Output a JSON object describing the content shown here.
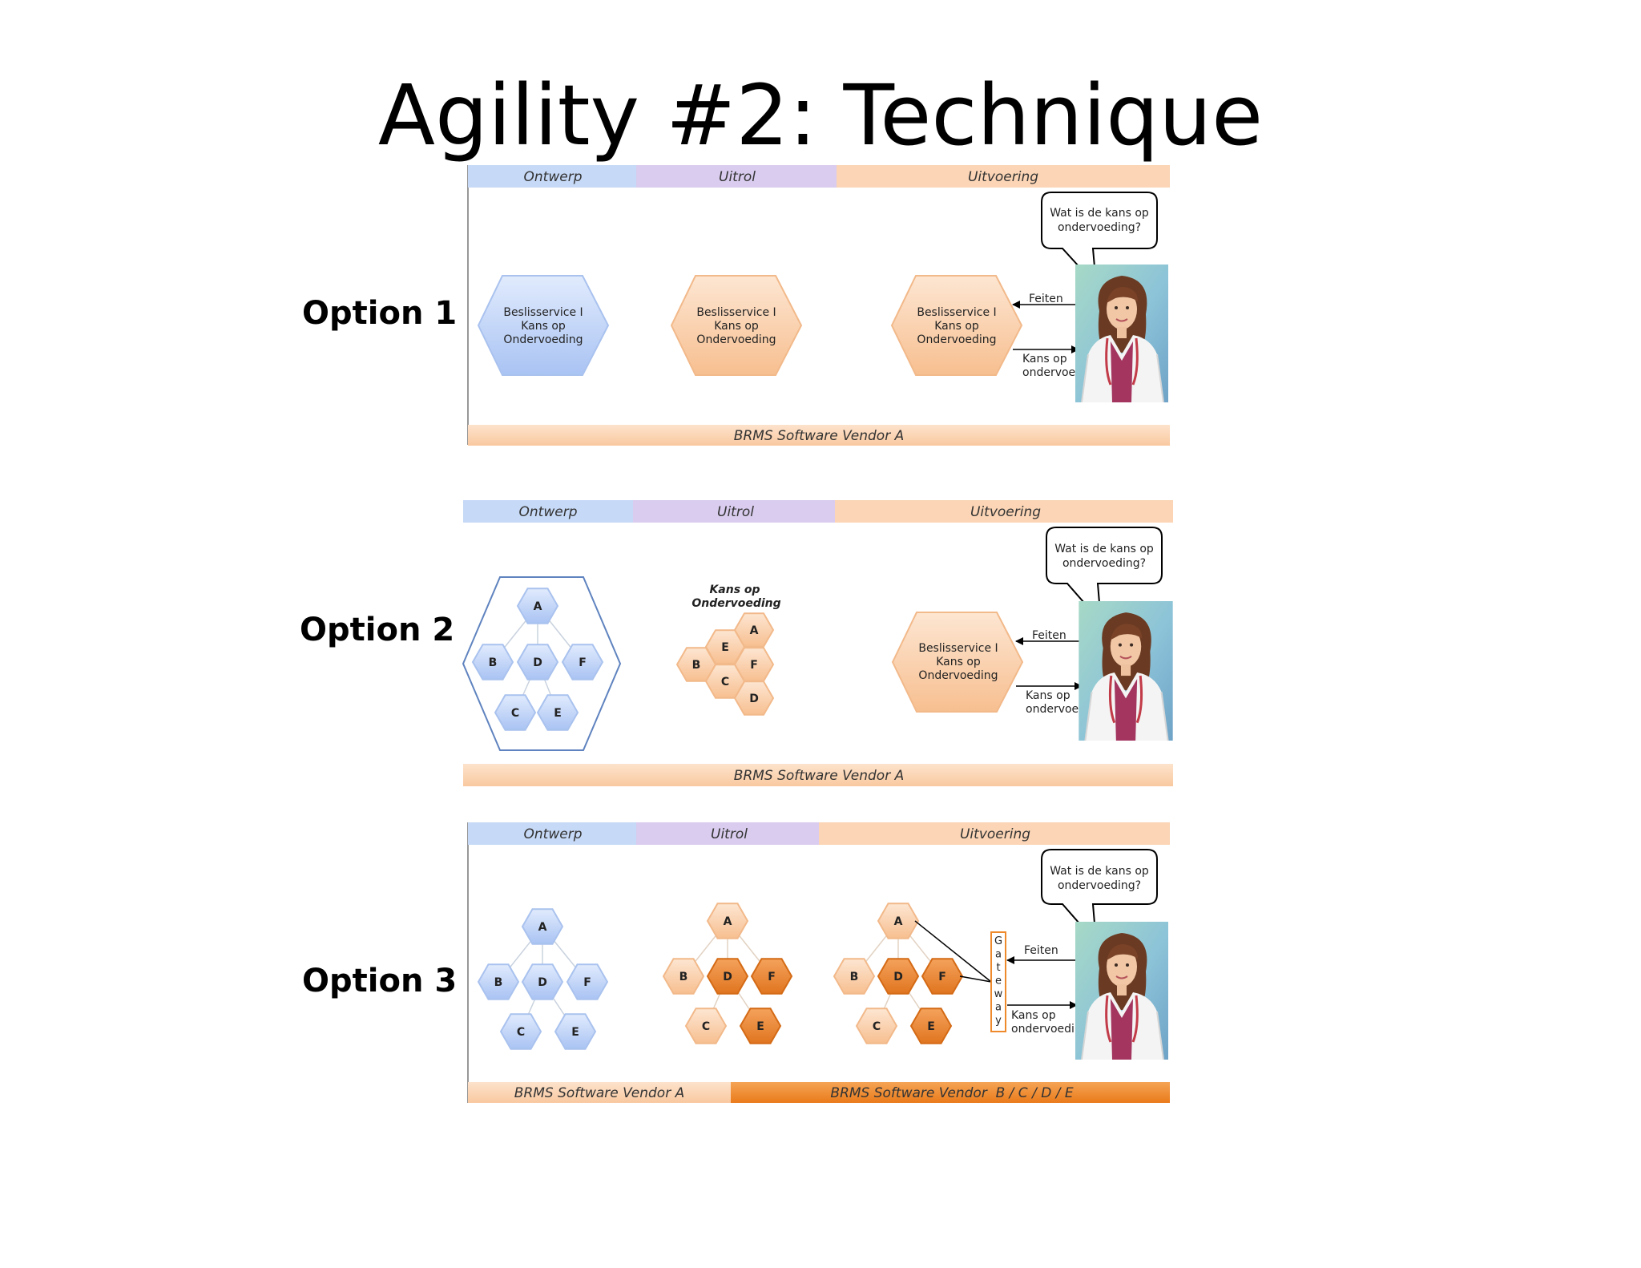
{
  "slide": {
    "title": "Agility #2: Technique"
  },
  "colors": {
    "blue_band": "#c6d9f6",
    "purple_band": "#d9ccee",
    "orange_band": "#fbd5b5",
    "orange_dark_band": "#f08b2c",
    "hex_blue_fill": "#c6d8fb",
    "hex_blue_stroke": "#8fb0ea",
    "hex_orange_fill": "#fbd4b1",
    "hex_orange_stroke": "#f3b98a",
    "hex_dark_fill": "#ee8a3a",
    "frame_blue": "#5f83bf"
  },
  "options": [
    {
      "label": "Option 1",
      "phases": [
        "Ontwerp",
        "Uitrol",
        "Uitvoering"
      ],
      "service_lines": [
        "Beslisservice I",
        "Kans op",
        "Ondervoeding"
      ],
      "speech": [
        "Wat is de kans op",
        "ondervoeding?"
      ],
      "arrow_in": "Feiten",
      "arrow_out": [
        "Kans op",
        "ondervoeding"
      ],
      "vendor_bar": "BRMS Software Vendor A"
    },
    {
      "label": "Option 2",
      "phases": [
        "Ontwerp",
        "Uitrol",
        "Uitvoering"
      ],
      "cluster_title": [
        "Kans op",
        "Ondervoeding"
      ],
      "nodes": [
        "A",
        "B",
        "C",
        "D",
        "E",
        "F"
      ],
      "service_lines": [
        "Beslisservice I",
        "Kans op",
        "Ondervoeding"
      ],
      "speech": [
        "Wat is de kans op",
        "ondervoeding?"
      ],
      "arrow_in": "Feiten",
      "arrow_out": [
        "Kans op",
        "ondervoeding"
      ],
      "vendor_bar": "BRMS Software Vendor A"
    },
    {
      "label": "Option 3",
      "phases": [
        "Ontwerp",
        "Uitrol",
        "Uitvoering"
      ],
      "nodes": [
        "A",
        "B",
        "C",
        "D",
        "E",
        "F"
      ],
      "gateway": "Gateway",
      "speech": [
        "Wat is de kans op",
        "ondervoeding?"
      ],
      "arrow_in": "Feiten",
      "arrow_out": [
        "Kans op",
        "ondervoeding"
      ],
      "vendor_bar_left": "BRMS Software Vendor A",
      "vendor_bar_right": "BRMS Software Vendor  B / C / D / E"
    }
  ]
}
